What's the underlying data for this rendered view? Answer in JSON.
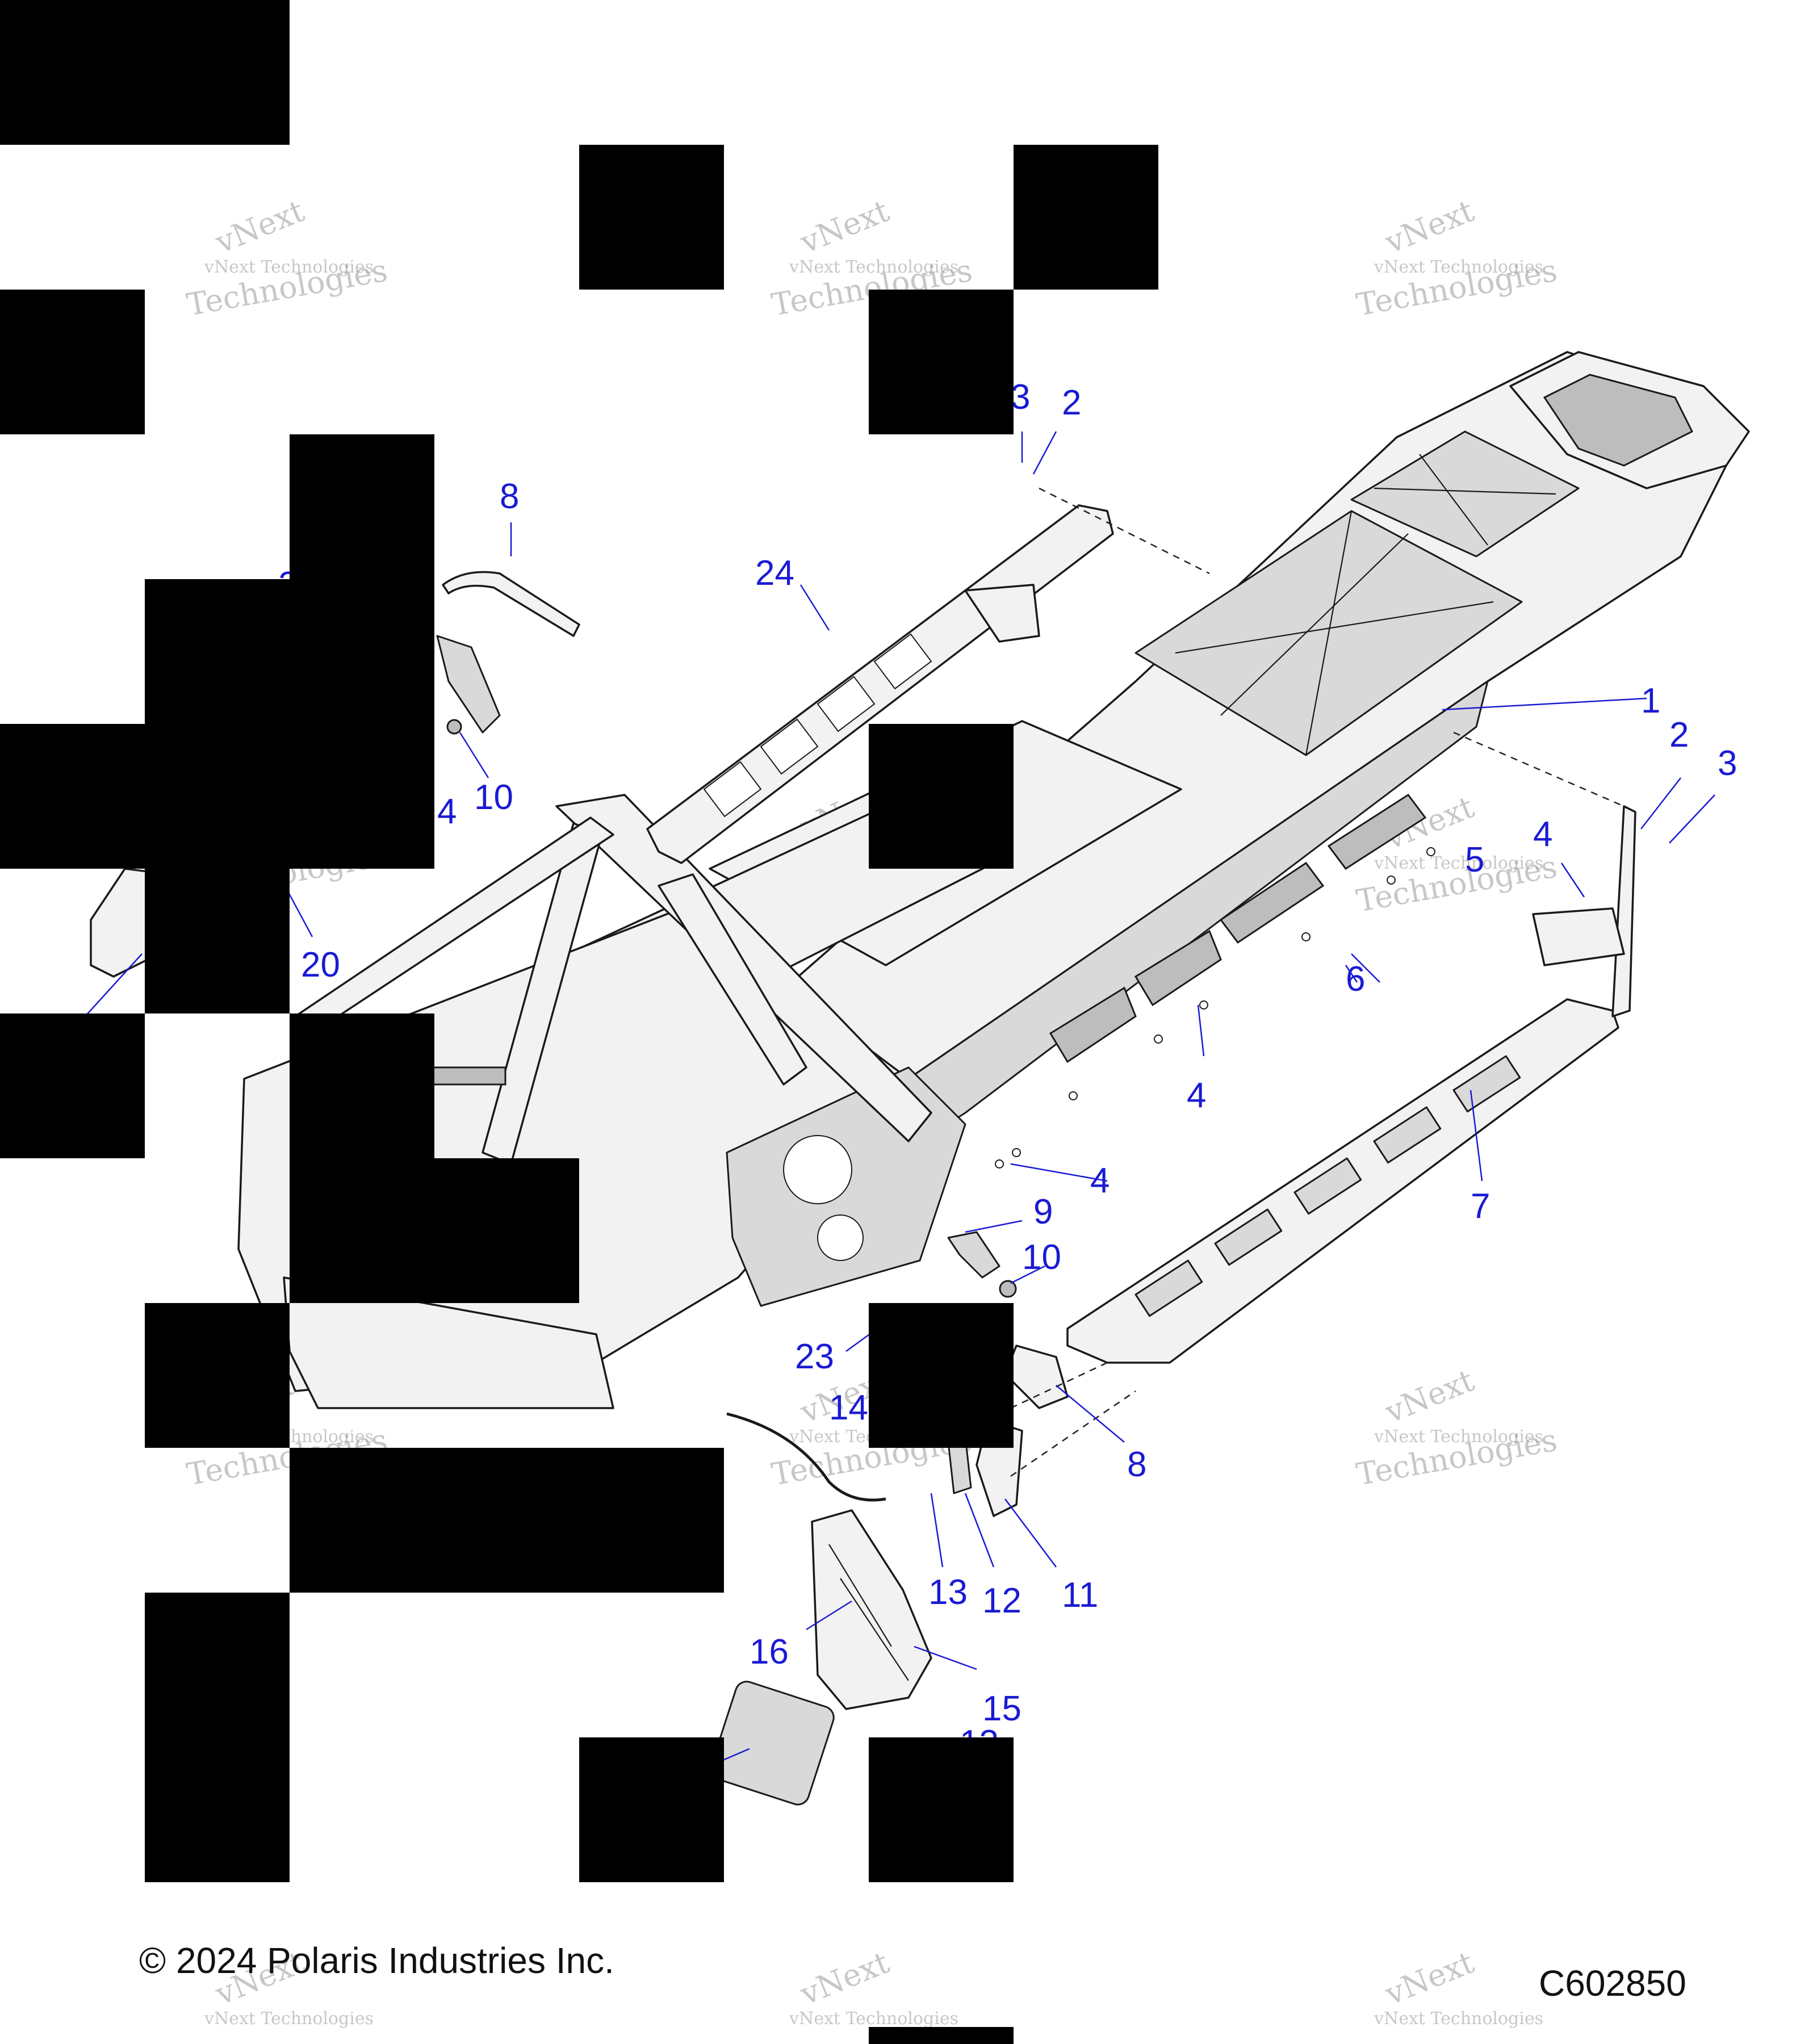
{
  "diagram": {
    "watermark_text": "vNext Technologies",
    "watermark_big_1": "vNext",
    "watermark_big_2": "Technologies",
    "copyright": "© 2024 Polaris Industries Inc.",
    "diagram_code": "C602850",
    "callouts": [
      {
        "id": "c1",
        "label": "1"
      },
      {
        "id": "c2a",
        "label": "2"
      },
      {
        "id": "c2b",
        "label": "2"
      },
      {
        "id": "c3a",
        "label": "3"
      },
      {
        "id": "c3b",
        "label": "3"
      },
      {
        "id": "c4a",
        "label": "4"
      },
      {
        "id": "c4b",
        "label": "4"
      },
      {
        "id": "c4c",
        "label": "4"
      },
      {
        "id": "c4d",
        "label": "4"
      },
      {
        "id": "c5",
        "label": "5"
      },
      {
        "id": "c6",
        "label": "6"
      },
      {
        "id": "c7",
        "label": "7"
      },
      {
        "id": "c8a",
        "label": "8"
      },
      {
        "id": "c8b",
        "label": "8"
      },
      {
        "id": "c9",
        "label": "9"
      },
      {
        "id": "c10a",
        "label": "10"
      },
      {
        "id": "c10b",
        "label": "10"
      },
      {
        "id": "c11",
        "label": "11"
      },
      {
        "id": "c12",
        "label": "12"
      },
      {
        "id": "c13a",
        "label": "13"
      },
      {
        "id": "c13b",
        "label": "13"
      },
      {
        "id": "c14",
        "label": "14"
      },
      {
        "id": "c15",
        "label": "15"
      },
      {
        "id": "c16",
        "label": "16"
      },
      {
        "id": "c20",
        "label": "20"
      },
      {
        "id": "c23",
        "label": "23"
      },
      {
        "id": "c24",
        "label": "24"
      },
      {
        "id": "c2partial",
        "label": "2"
      }
    ]
  }
}
